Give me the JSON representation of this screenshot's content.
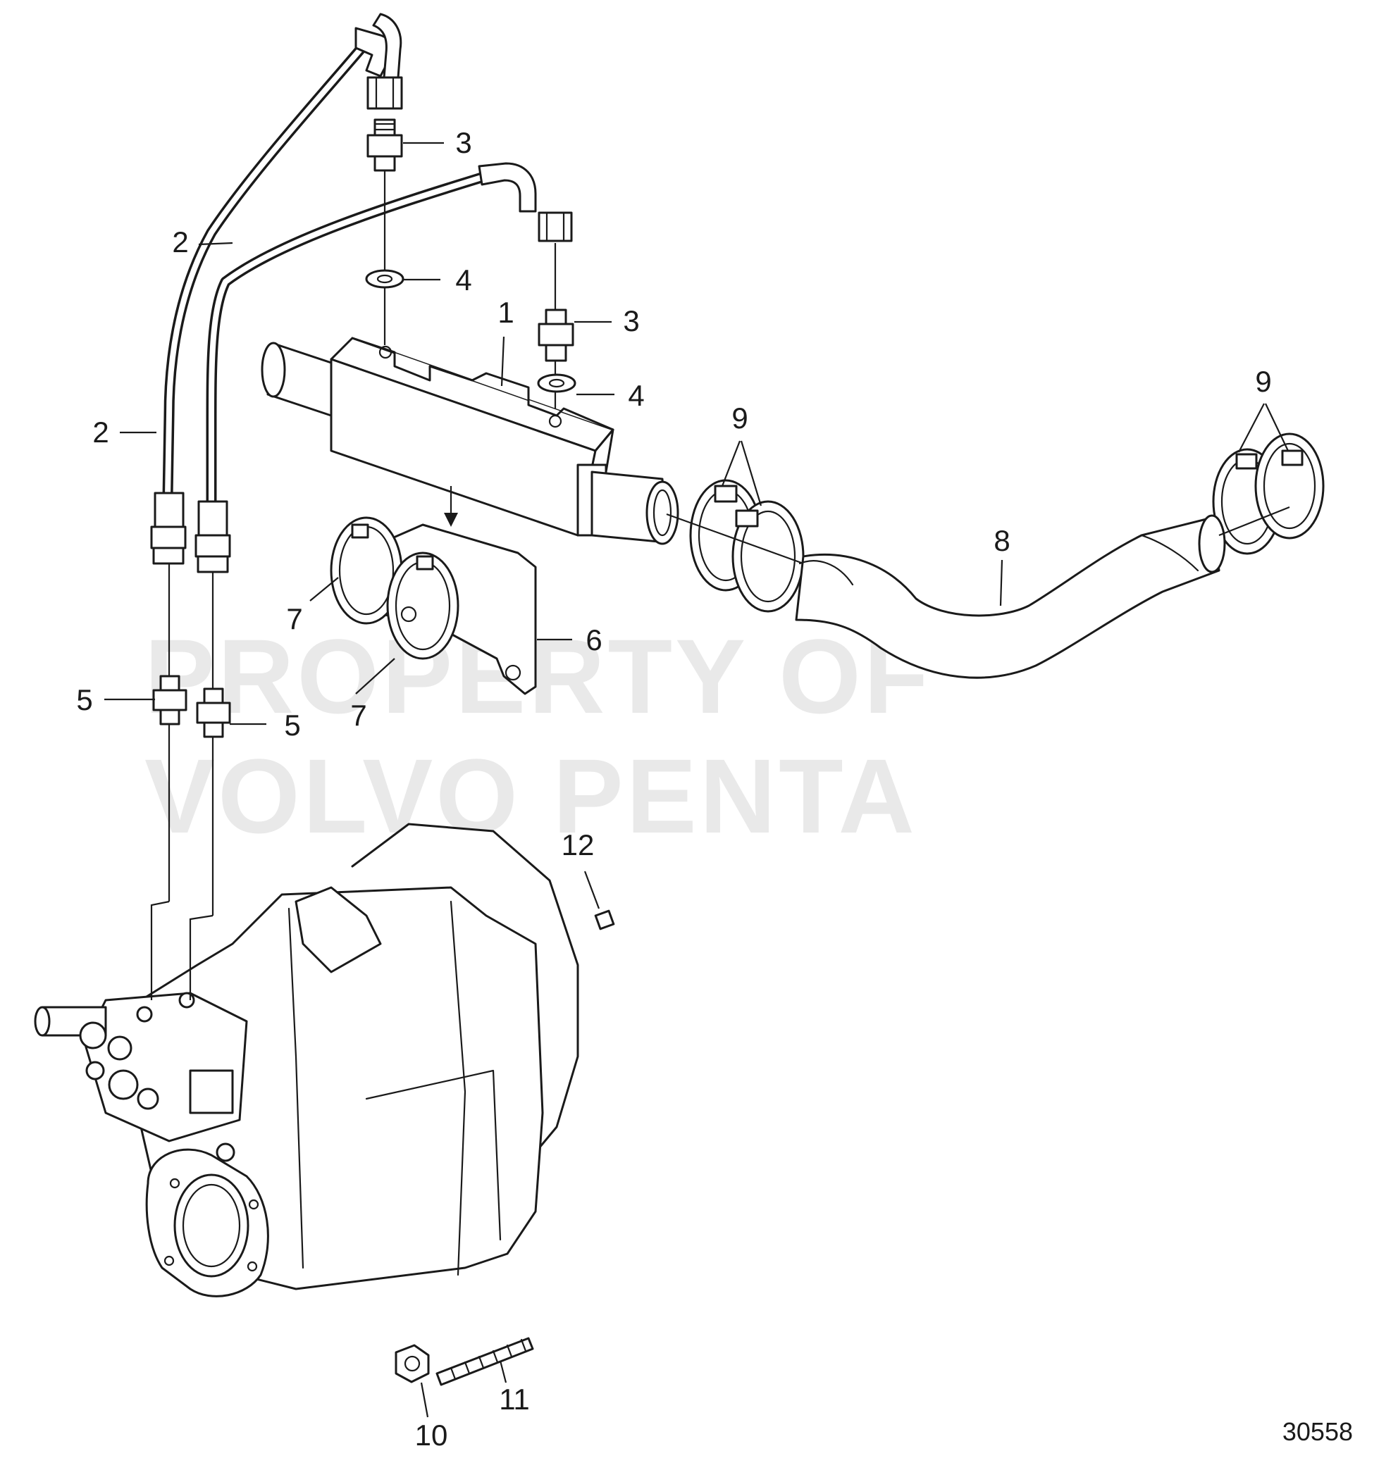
{
  "diagram": {
    "watermark": {
      "line1": "PROPERTY OF",
      "line2": "VOLVO PENTA"
    },
    "reference_number": "30558",
    "callouts": [
      {
        "id": "c1",
        "text": "1"
      },
      {
        "id": "c2a",
        "text": "2"
      },
      {
        "id": "c2b",
        "text": "2"
      },
      {
        "id": "c3a",
        "text": "3"
      },
      {
        "id": "c3b",
        "text": "3"
      },
      {
        "id": "c4a",
        "text": "4"
      },
      {
        "id": "c4b",
        "text": "4"
      },
      {
        "id": "c5a",
        "text": "5"
      },
      {
        "id": "c5b",
        "text": "5"
      },
      {
        "id": "c6",
        "text": "6"
      },
      {
        "id": "c7a",
        "text": "7"
      },
      {
        "id": "c7b",
        "text": "7"
      },
      {
        "id": "c8",
        "text": "8"
      },
      {
        "id": "c9a",
        "text": "9"
      },
      {
        "id": "c9b",
        "text": "9"
      },
      {
        "id": "c10",
        "text": "10"
      },
      {
        "id": "c11",
        "text": "11"
      },
      {
        "id": "c12",
        "text": "12"
      }
    ]
  }
}
